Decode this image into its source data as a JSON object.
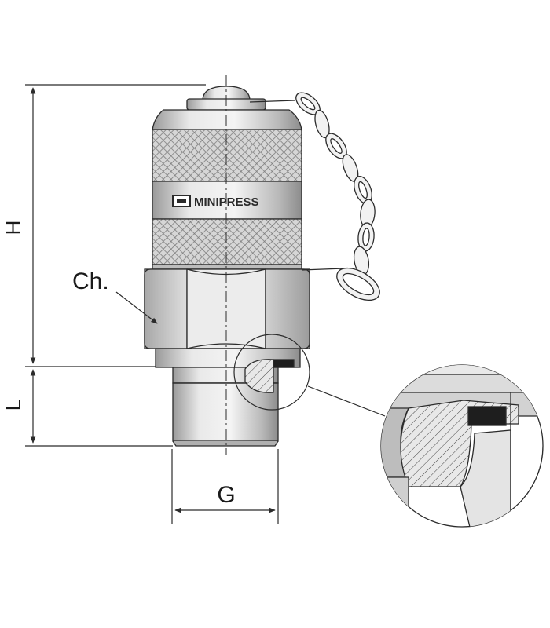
{
  "labels": {
    "brand": "MINIPRESS",
    "height_total": "H",
    "thread_length": "L",
    "wrench_size": "Ch.",
    "thread_size": "G"
  },
  "colors": {
    "line": "#2b2b2b",
    "metal_light": "#e6e6e6",
    "metal_mid": "#c4c4c4",
    "metal_dark": "#8a8a8a",
    "seal": "#1e1e1e"
  }
}
